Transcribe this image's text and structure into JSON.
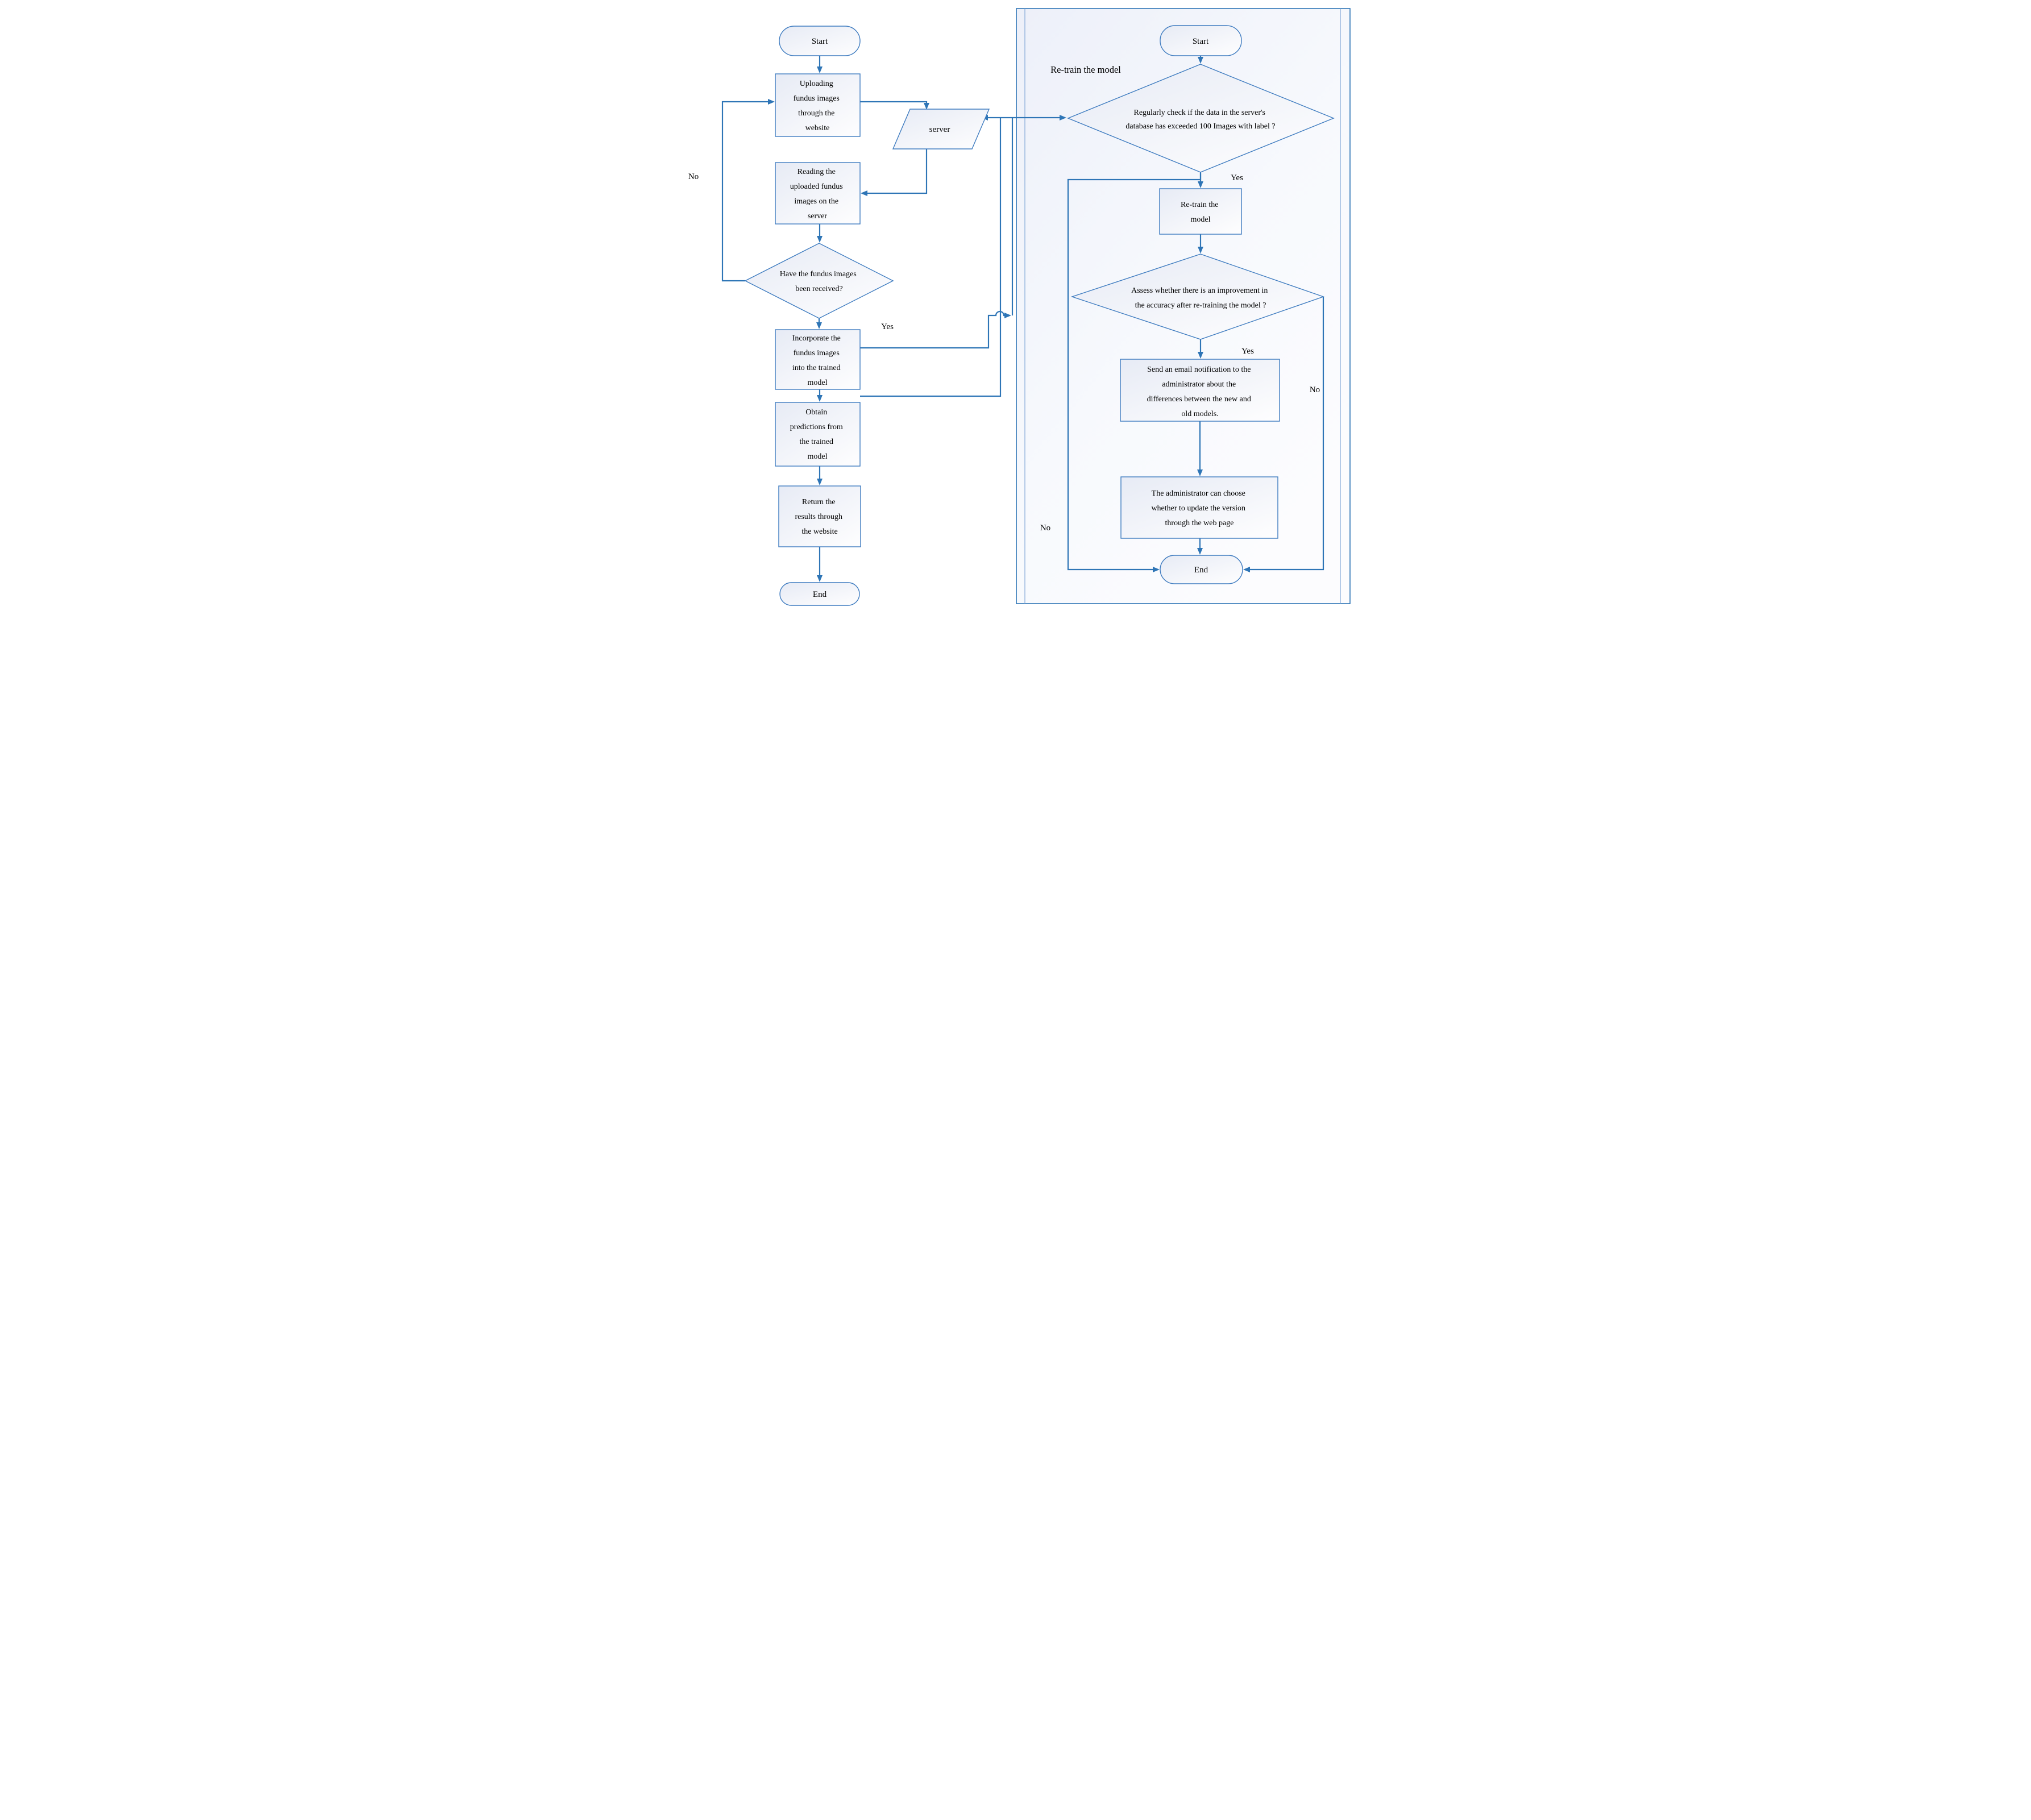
{
  "colors": {
    "connector_line": "#2e75b6",
    "shape_border": "#3f7cc0",
    "shape_fill_tint": "#e7ebf5",
    "panel_fill_tint": "#edf0f9",
    "text": "#000000"
  },
  "left": {
    "start": "Start",
    "uploading": [
      "Uploading",
      "fundus images",
      "through the",
      "website"
    ],
    "server": "server",
    "reading": [
      "Reading the",
      "uploaded fundus",
      "images on the",
      "server"
    ],
    "decision": [
      "Have the fundus images",
      "been received?"
    ],
    "yes": "Yes",
    "no": "No",
    "incorporate": [
      "Incorporate the",
      "fundus images",
      "into the trained",
      "model"
    ],
    "obtain": [
      "Obtain",
      "predictions from",
      "the trained",
      "model"
    ],
    "return_results": [
      "Return the",
      "results through",
      "the website"
    ],
    "end": "End"
  },
  "right": {
    "panel_label": "Re-train the model",
    "start": "Start",
    "check": [
      "Regularly check if the data in the server's",
      "database has exceeded 100 Images with label ?"
    ],
    "yes1": "Yes",
    "no1": "No",
    "retrain": [
      "Re-train the",
      "model"
    ],
    "assess": [
      "Assess whether there is an improvement in",
      "the accuracy after re-training the model ?"
    ],
    "yes2": "Yes",
    "no2": "No",
    "email": [
      "Send an email notification to the",
      "administrator about the",
      "differences between the new and",
      "old models."
    ],
    "admin": [
      "The administrator can choose",
      "whether to update the version",
      "through the web page"
    ],
    "end": "End"
  }
}
